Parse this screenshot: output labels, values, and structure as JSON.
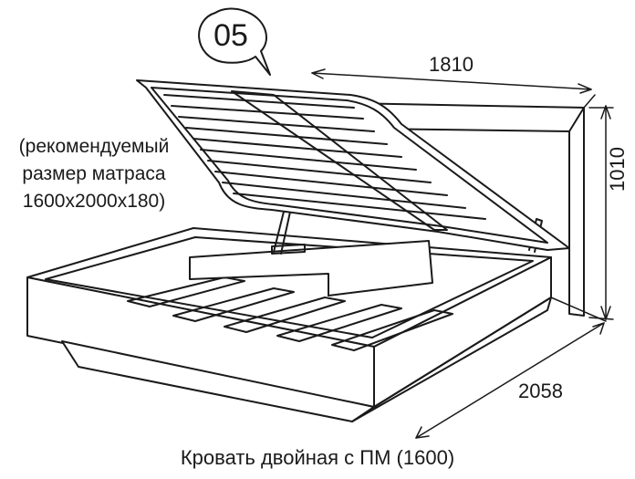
{
  "badge": {
    "number": "05"
  },
  "note": {
    "line1": "(рекомендуемый",
    "line2": "размер матраса",
    "line3": "1600x2000x180)"
  },
  "dimensions": {
    "width": "1810",
    "height": "1010",
    "depth": "2058"
  },
  "caption": "Кровать двойная с ПМ (1600)",
  "colors": {
    "stroke": "#1a1a1a",
    "fill": "#ffffff"
  }
}
